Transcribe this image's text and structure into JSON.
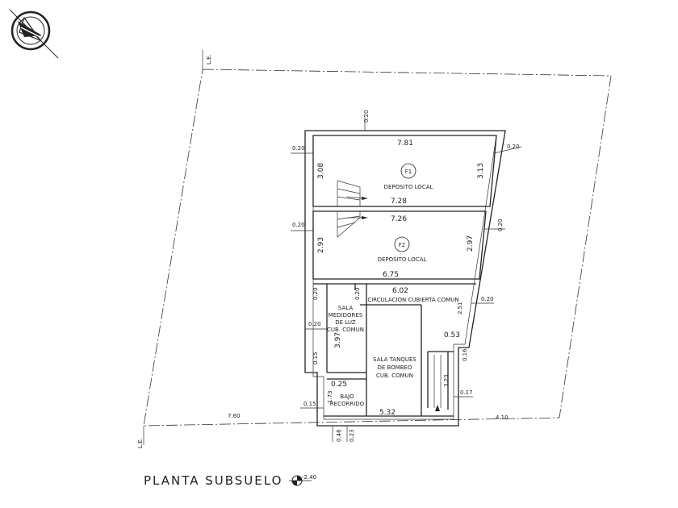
{
  "plan": {
    "title": "PLANTA SUBSUELO",
    "level": "-2.40",
    "boundary_label": "L.E.",
    "units": [
      {
        "id": "F1",
        "name": "DEPOSITO LOCAL",
        "width_top": "7.81",
        "width_bottom": "7.28",
        "depth_left": "3.08",
        "depth_right": "3.13"
      },
      {
        "id": "F2",
        "name": "DEPOSITO LOCAL",
        "width_top": "7.26",
        "width_bottom": "6.75",
        "depth_left": "2.93",
        "depth_right": "2.97"
      }
    ],
    "rooms": {
      "circulation": {
        "name": "CIRCULACION CUBIERTA COMUN",
        "width": "6.02",
        "right": "2.51"
      },
      "meters": {
        "line1": "SALA",
        "line2": "MEDIDORES",
        "line3": "DE LUZ",
        "line4": "CUB. COMUN",
        "depth": "3.97"
      },
      "tanks": {
        "line1": "SALA TANQUES",
        "line2": "DE BOMBEO",
        "line3": "CUB. COMUN",
        "width": "5.32",
        "right_width": "0.53",
        "depth": "3.23"
      },
      "under_stair": {
        "line1": "BAJO",
        "line2": "RECORRIDO",
        "width": "0.25",
        "depth": "1.73"
      }
    },
    "wall_dims": {
      "top": "0.20",
      "left_f1": "0.20",
      "left_f2": "0.20",
      "left_circ": "0.20",
      "left_meters": "0.20",
      "right_f1": "0.20",
      "right_f2": "0.20",
      "right_circ": "0.20",
      "left_low1": "0.15",
      "left_low2": "0.15",
      "right_low1": "0.16",
      "right_low2": "0.17",
      "bottom1": "0.46",
      "bottom2": "0.23",
      "front_left": "7.60",
      "front_right": "4.10"
    }
  }
}
